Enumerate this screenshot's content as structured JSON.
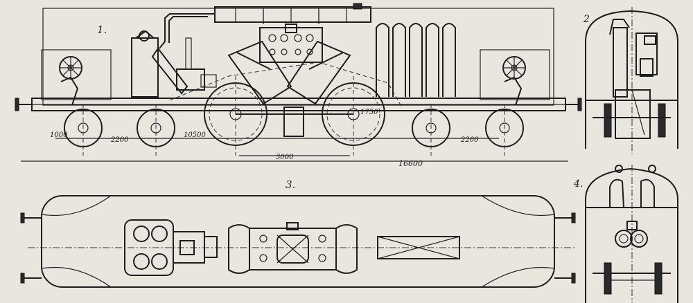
{
  "figure_labels": {
    "side_view": "1.",
    "end_view_2": "2",
    "plan_view": "3.",
    "end_view_4": "4."
  },
  "dimensions": {
    "wheel_dia": "1000",
    "bogie_spacing": "2200",
    "bogie_spacing_right": "2200",
    "inner_length": "10500",
    "drive_wheel_dia": "1750",
    "drive_axle_base": "3000",
    "overall_length": "16600"
  }
}
